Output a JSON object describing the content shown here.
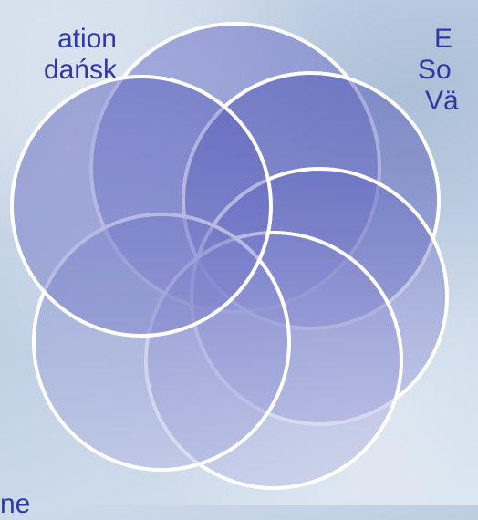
{
  "labels": {
    "top_left_line1": "ation",
    "top_left_line2": "dańsk",
    "top_right_line1": "E",
    "top_right_line2": "So",
    "top_right_line3": "Vä",
    "bottom_left": "ne"
  },
  "colors": {
    "label_text": "#2f39a6",
    "circle_stroke": "#ffffff",
    "circle_fill_dark": "#4a4fb0",
    "circle_fill_light": "#8a8fd0"
  }
}
